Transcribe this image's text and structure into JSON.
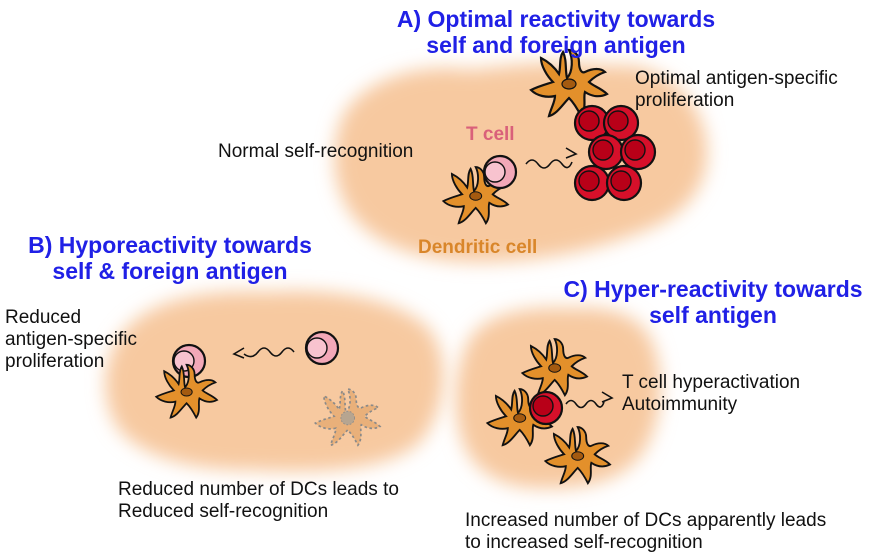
{
  "colors": {
    "heading": "#2020e6",
    "background_blob": "#f7c9a0",
    "dendritic_cell": "#e3902b",
    "t_cell_label": "#d9607a",
    "dc_label": "#d9862a",
    "naive_t_cell": "#f3a8b8",
    "activated_t_cell": "#d6102a"
  },
  "panel_a": {
    "heading_line1": "A) Optimal reactivity towards",
    "heading_line2": "self and foreign antigen",
    "left_label": "Normal self-recognition",
    "right_label_line1": "Optimal antigen-specific",
    "right_label_line2": "proliferation",
    "t_cell_label": "T cell",
    "dc_label": "Dendritic cell"
  },
  "panel_b": {
    "heading_line1": "B) Hyporeactivity towards",
    "heading_line2": "self & foreign antigen",
    "left_label_line1": "Reduced",
    "left_label_line2": "antigen-specific",
    "left_label_line3": "proliferation",
    "bottom_label_line1": "Reduced number of DCs leads to",
    "bottom_label_line2": "Reduced self-recognition"
  },
  "panel_c": {
    "heading_line1": "C) Hyper-reactivity towards",
    "heading_line2": "self antigen",
    "right_label_line1": "T cell hyperactivation",
    "right_label_line2": "Autoimmunity",
    "bottom_label_line1": "Increased number of DCs apparently leads",
    "bottom_label_line2": "to increased self-recognition"
  }
}
